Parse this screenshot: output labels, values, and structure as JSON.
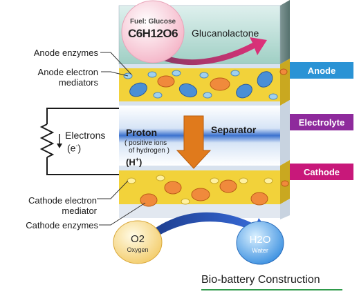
{
  "fuel": {
    "label": "Fuel: Glucose",
    "formula_main": "C6H12O6"
  },
  "product": "Glucanolactone",
  "left_labels": {
    "anode_enzymes": "Anode enzymes",
    "anode_mediators_1": "Anode electron",
    "anode_mediators_2": "mediators",
    "electrons_1": "Electrons",
    "electrons_2": "(e",
    "electrons_sup": "-",
    "electrons_3": ")",
    "cathode_mediator_1": "Cathode electron",
    "cathode_mediator_2": "mediator",
    "cathode_enzymes": "Cathode enzymes"
  },
  "middle": {
    "proton": "Proton",
    "proton_desc_1": "( positive ions",
    "proton_desc_2": "of hydrogen )",
    "proton_symbol": "(H",
    "proton_symbol_sup": "+",
    "proton_symbol_end": ")",
    "separator": "Separator"
  },
  "tags": {
    "anode": "Anode",
    "electrolyte": "Electrolyte",
    "cathode": "Cathode"
  },
  "oxygen": {
    "formula": "O2",
    "name": "Oxygen"
  },
  "water": {
    "formula": "H2O",
    "name": "Water"
  },
  "caption": "Bio-battery Construction",
  "colors": {
    "anode_tag": "#2a93d5",
    "electrolyte_tag": "#8e2a9c",
    "cathode_tag": "#c8187a",
    "arrow_pink": "#d63a78",
    "arrow_blue": "#2a5cc0",
    "separator_orange": "#e07a1c",
    "layer_yellow": "#f2d23a",
    "caption_underline": "#2e9a4a"
  }
}
